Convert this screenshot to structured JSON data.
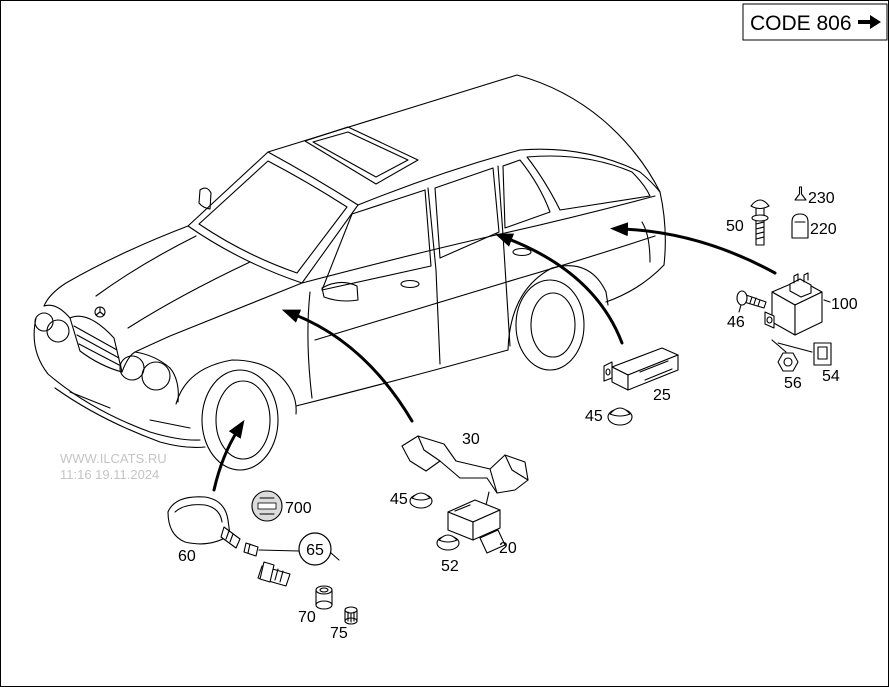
{
  "header": {
    "code_label": "CODE 806",
    "code_arrow_icon": "right-arrow-icon"
  },
  "watermark": {
    "site": "WWW.ILCATS.RU",
    "timestamp": "11:16 19.11.2024"
  },
  "callouts": [
    "230",
    "50",
    "220",
    "100",
    "46",
    "56",
    "54",
    "25",
    "45",
    "30",
    "45",
    "700",
    "65",
    "60",
    "70",
    "75",
    "52",
    "20"
  ],
  "colors": {
    "line": "#000000",
    "background": "#ffffff",
    "watermark": "#c4c4c4"
  }
}
